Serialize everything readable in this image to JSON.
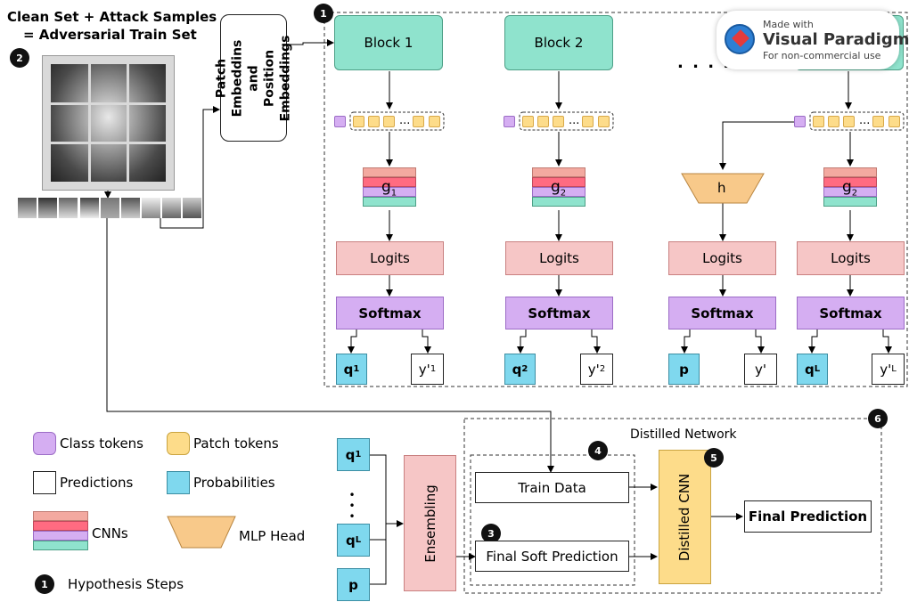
{
  "title": {
    "line1": "Clean Set + Attack Samples",
    "line2": "= Adversarial Train Set"
  },
  "patch_embed": "Patch Embeddins and Position Embeddings",
  "blocks": [
    "Block 1",
    "Block 2"
  ],
  "dots_horizontal": ". . . . .",
  "token_ellipsis": "...",
  "cnn_labels": {
    "g1": "g1",
    "g2": "g2",
    "h": "h"
  },
  "logits": "Logits",
  "softmax": "Softmax",
  "outputs": {
    "q1": "q1",
    "y1": "y'1",
    "q2": "q2",
    "y2": "y'2",
    "p": "p",
    "y": "y'",
    "qL": "qL",
    "yL": "y'L"
  },
  "legend": {
    "class_tokens": "Class tokens",
    "patch_tokens": "Patch tokens",
    "predictions": "Predictions",
    "probabilities": "Probabilities",
    "cnns": "CNNs",
    "mlp_head": "MLP Head",
    "hypothesis": "Hypothesis Steps",
    "hypothesis_badge": "1"
  },
  "bottom": {
    "q1": "q1",
    "dots": "• • •",
    "qL": "qL",
    "p": "p",
    "ensembling": "Ensembling",
    "train_data": "Train Data",
    "final_soft": "Final Soft Prediction",
    "distilled_network": "Distilled Network",
    "distilled_cnn": "Distilled CNN",
    "final_prediction": "Final Prediction"
  },
  "badges": {
    "b1": "1",
    "b2": "2",
    "b3": "3",
    "b4": "4",
    "b5": "5",
    "b6": "6"
  },
  "watermark": {
    "made_with": "Made with",
    "brand": "Visual Paradigm",
    "sub": "For non-commercial use"
  },
  "colors": {
    "green": "#8fe3cd",
    "pink": "#f6c6c6",
    "violet": "#d5aef2",
    "blue": "#7fd8ee",
    "yellow": "#fddc8a",
    "red": "#ff6b81"
  }
}
